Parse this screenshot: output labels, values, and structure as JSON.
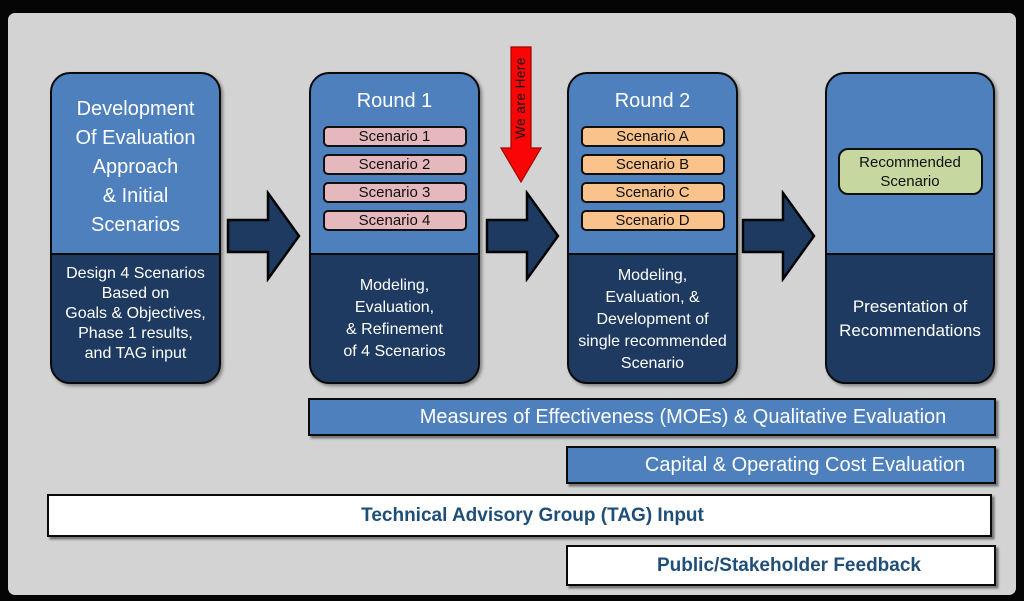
{
  "diagram": {
    "marker": {
      "label": "We are Here"
    },
    "columns": [
      {
        "header": "Development\nOf Evaluation\nApproach\n& Initial\nScenarios",
        "body": "Design 4 Scenarios\nBased on\nGoals & Objectives,\nPhase 1 results,\nand TAG input"
      },
      {
        "title": "Round 1",
        "scenarios": [
          "Scenario 1",
          "Scenario 2",
          "Scenario 3",
          "Scenario 4"
        ],
        "body": "Modeling,\nEvaluation,\n& Refinement\nof 4 Scenarios"
      },
      {
        "title": "Round 2",
        "scenarios": [
          "Scenario A",
          "Scenario B",
          "Scenario C",
          "Scenario D"
        ],
        "body": "Modeling,\nEvaluation, &\nDevelopment of\nsingle recommended\nScenario"
      },
      {
        "highlight": "Recommended\nScenario",
        "body": "Presentation of\nRecommendations"
      }
    ],
    "bars": [
      {
        "label": "Measures of Effectiveness (MOEs) & Qualitative Evaluation"
      },
      {
        "label": "Capital & Operating Cost Evaluation"
      },
      {
        "label": "Technical Advisory Group (TAG) Input"
      },
      {
        "label": "Public/Stakeholder Feedback"
      }
    ],
    "colors": {
      "blue": "#4d80bc",
      "navy": "#1e3a61",
      "pink": "#e5b8bd",
      "orange": "#fac38c",
      "green": "#c6d89f",
      "red": "#fa0505",
      "panel_gray": "#d3d3d3",
      "bar_text_navy": "#1f4e79"
    }
  }
}
